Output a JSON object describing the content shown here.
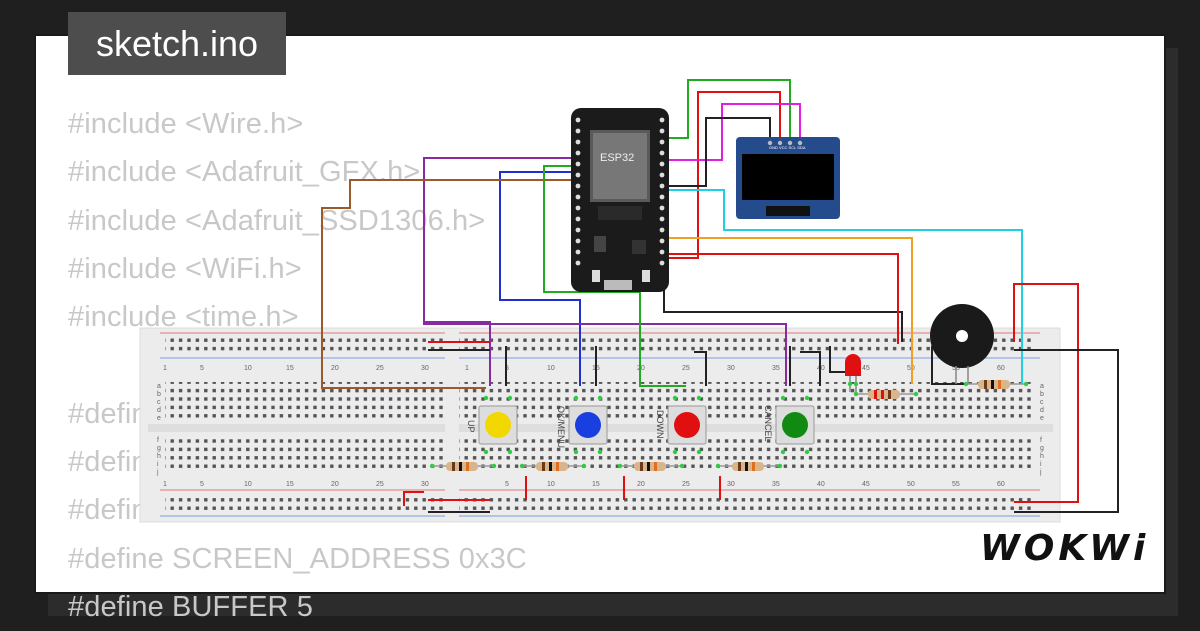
{
  "title": "sketch.ino",
  "code_lines": [
    "#include <Wire.h>",
    "#include <Adafruit_GFX.h>",
    "#include <Adafruit_SSD1306.h>",
    "#include <WiFi.h>",
    "#include <time.h>",
    "",
    "#define",
    "#define",
    "#define",
    "#define SCREEN_ADDRESS 0x3C",
    "#define BUFFER 5"
  ],
  "brand": "WOKWi",
  "mcu_label": "ESP32",
  "oled_pins": "GND VCC SCL SDA",
  "button_labels": [
    "UP",
    "OK/MENU",
    "DOWN",
    "CANCEL"
  ],
  "breadboard_numbers": [
    "1",
    "5",
    "10",
    "15",
    "20",
    "25",
    "30"
  ],
  "breadboard_numbers_right": [
    "1",
    "5",
    "10",
    "15",
    "20",
    "25",
    "30",
    "35",
    "40",
    "45",
    "50",
    "55",
    "60"
  ],
  "row_letters_top": [
    "a",
    "b",
    "c",
    "d",
    "e"
  ],
  "row_letters_bottom": [
    "f",
    "g",
    "h",
    "i",
    "j"
  ],
  "colors": {
    "button_up": "#f2d800",
    "button_ok": "#1a3fe0",
    "button_down": "#e01010",
    "button_cancel": "#108a10",
    "wire_green": "#22aa22",
    "wire_red": "#e01010",
    "wire_magenta": "#e020e0",
    "wire_black": "#222222",
    "wire_blue": "#2030d0",
    "wire_purple": "#8a2aa0",
    "wire_brown": "#9a5a2a",
    "wire_orange": "#f0a020",
    "wire_cyan": "#20d0e0"
  }
}
